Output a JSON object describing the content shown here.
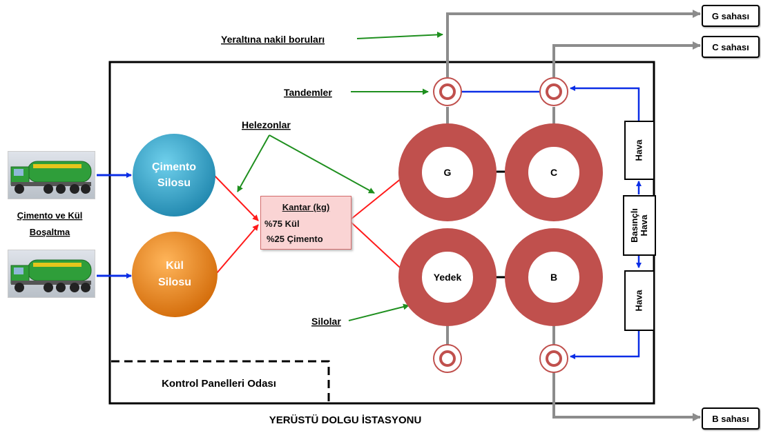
{
  "labels": {
    "underground_pipes": "Yeraltına nakil boruları",
    "tandems": "Tandemler",
    "augers": "Helezonlar",
    "silos": "Silolar",
    "unloading_line1": "Çimento ve Kül",
    "unloading_line2": "Boşaltma",
    "control_room": "Kontrol Panelleri Odası",
    "station_title": "YERÜSTÜ DOLGU İSTASYONU"
  },
  "cement_silo": {
    "line1": "Çimento",
    "line2": "Silosu"
  },
  "ash_silo": {
    "line1": "Kül",
    "line2": "Silosu"
  },
  "scale": {
    "title": "Kantar (kg)",
    "line1": "%75 Kül",
    "line2": "%25 Çimento"
  },
  "silos": {
    "g": "G",
    "c": "C",
    "yedek": "Yedek",
    "b": "B"
  },
  "sites": {
    "g": "G sahası",
    "c": "C sahası",
    "b": "B sahası"
  },
  "air": {
    "top": "Hava",
    "middle_line1": "Basınçlı",
    "middle_line2": "Hava",
    "bottom": "Hava"
  },
  "colors": {
    "cement": "#36a6c9",
    "ash": "#f08a1c",
    "silo": "#c0504d",
    "blue_line": "#0a2de6",
    "green_arrow": "#1e8f1e",
    "red_arrow": "#ff1a1a",
    "pipe": "#8c8c8c"
  }
}
